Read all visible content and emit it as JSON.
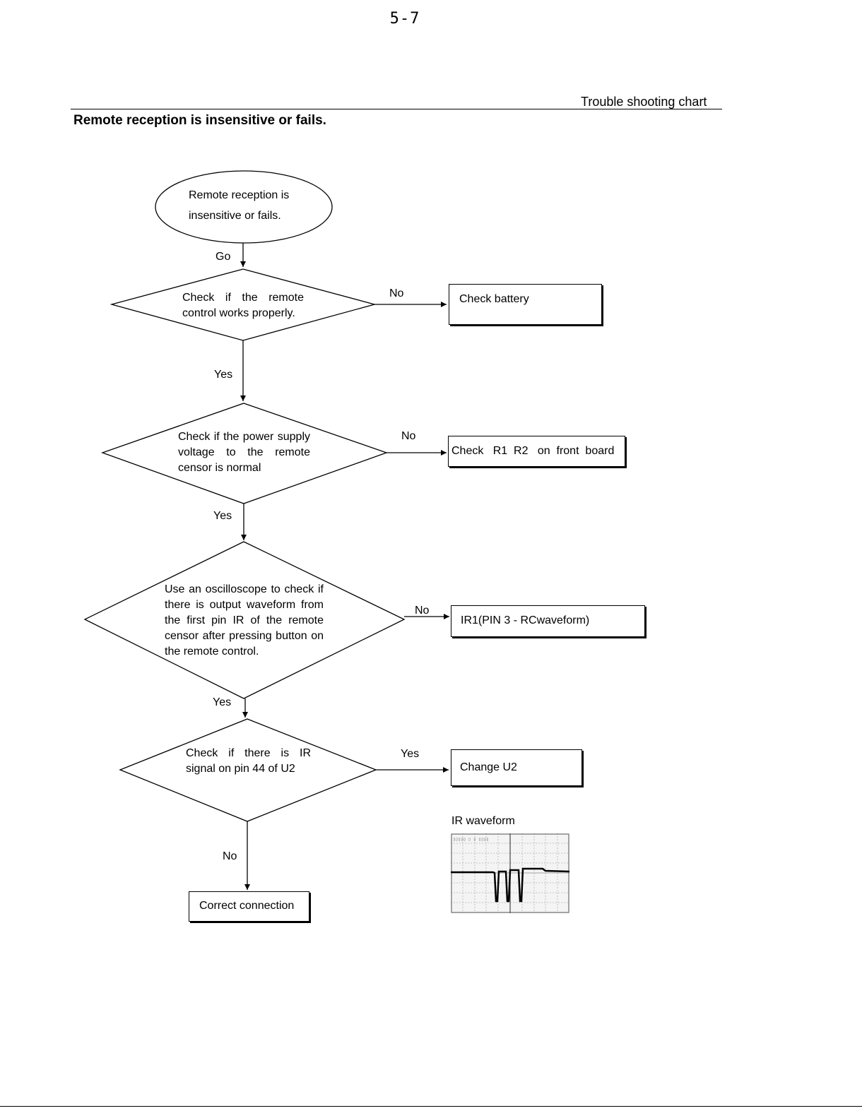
{
  "page_number": "5-7",
  "section_title": "Trouble shooting chart",
  "heading": "Remote reception is insensitive or fails.",
  "start": {
    "line1": "Remote  reception  is",
    "line2": "insensitive or fails."
  },
  "edges": {
    "go": "Go",
    "d1_no": "No",
    "d1_yes": "Yes",
    "d2_no": "No",
    "d2_yes": "Yes",
    "d3_no": "No",
    "d3_yes": "Yes",
    "d4_yes": "Yes",
    "d4_no": "No"
  },
  "decisions": {
    "d1": "Check  if  the  remote control works properly.",
    "d2": "Check  if  the  power supply  voltage  to  the remote censor is normal",
    "d3": "Use an oscilloscope to check if there is output waveform from the first pin IR of the remote censor after pressing button on the remote control.",
    "d4": "Check  if  there  is  IR signal  on  pin  44  of U2"
  },
  "actions": {
    "a1": "Check battery",
    "a2": "Check   R1  R2   on  front  board",
    "a3": "IR1(PIN 3 - RCwaveform)",
    "a4": "Change U2",
    "a5": "Correct connection"
  },
  "waveform": {
    "caption": "IR waveform"
  }
}
